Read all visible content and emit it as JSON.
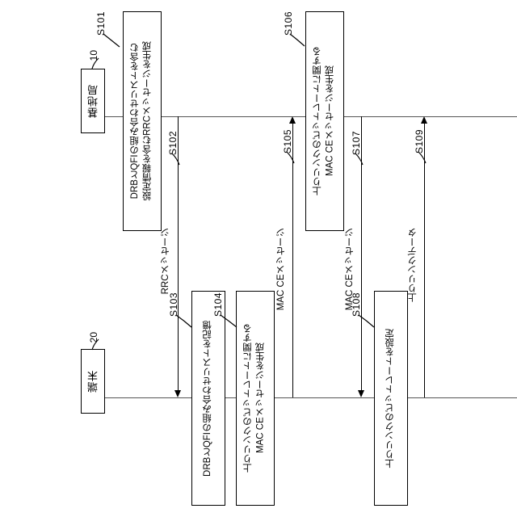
{
  "diagram": {
    "type": "sequence-diagram",
    "language": "ja",
    "orientation": "rotated-90-ccw",
    "actors": [
      {
        "id": "base-station",
        "label": "基地局",
        "reference": "10"
      },
      {
        "id": "terminal",
        "label": "端末",
        "reference": "20"
      }
    ],
    "steps": [
      {
        "id": "S101",
        "tag": "S101",
        "actor": "base-station",
        "text": "DRBとQFIの組み合わせリストを含む\n設定情報を含むRRCメッセージを生成"
      },
      {
        "id": "S102",
        "tag": "S102",
        "actor": "message",
        "text": "RRCメッセージ"
      },
      {
        "id": "S103",
        "tag": "S103",
        "actor": "terminal",
        "text": "DRBとQFIの組み合わせリストを記憶"
      },
      {
        "id": "S104",
        "tag": "S104",
        "actor": "terminal",
        "text": "上りリンクのビットレートに関する\nMAC CEメッセージを生成"
      },
      {
        "id": "S105",
        "tag": "S105",
        "actor": "message",
        "text": "MAC CEメッセージ"
      },
      {
        "id": "S106",
        "tag": "S106",
        "actor": "base-station",
        "text": "上りリンクのビットレートに関する\nMAC CEメッセージを生成"
      },
      {
        "id": "S107",
        "tag": "S107",
        "actor": "message",
        "text": "MAC CEメッセージ"
      },
      {
        "id": "S108",
        "tag": "S108",
        "actor": "terminal",
        "text": "上りリンクのビットレートを設定"
      },
      {
        "id": "S109",
        "tag": "S109",
        "actor": "message",
        "text": "上りリンクデータ"
      }
    ],
    "messages": [
      {
        "id": "S102",
        "label": "RRCメッセージ",
        "from": "base-station",
        "to": "terminal",
        "direction": "down"
      },
      {
        "id": "S105",
        "label": "MAC CEメッセージ",
        "from": "terminal",
        "to": "base-station",
        "direction": "up"
      },
      {
        "id": "S107",
        "label": "MAC CEメッセージ",
        "from": "base-station",
        "to": "terminal",
        "direction": "down"
      },
      {
        "id": "S109",
        "label": "上りリンクデータ",
        "from": "terminal",
        "to": "base-station",
        "direction": "up"
      }
    ],
    "colors": {
      "line": "#000000",
      "lifeline": "#555555",
      "background": "#ffffff"
    }
  }
}
